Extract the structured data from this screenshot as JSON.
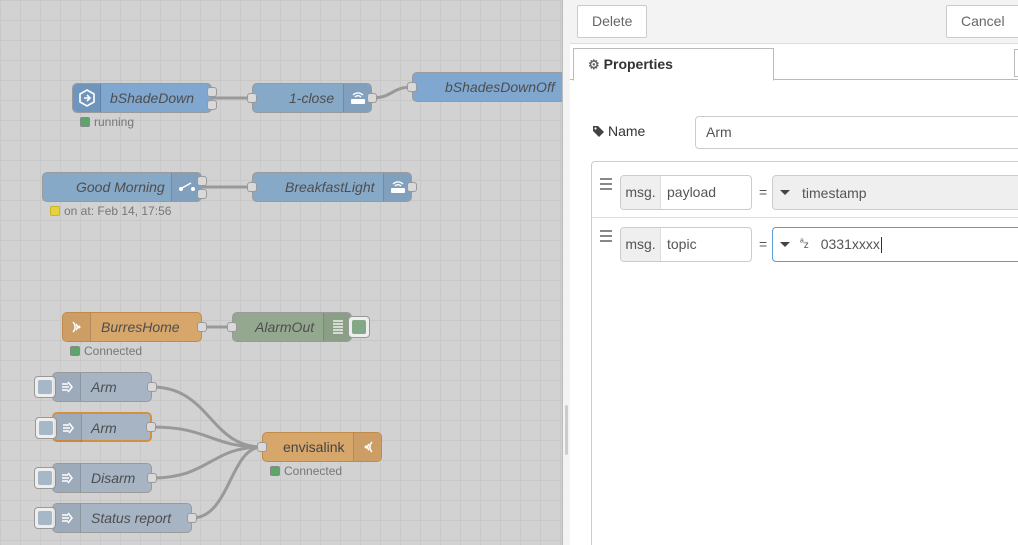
{
  "flow": {
    "nodes": {
      "bShadeDown": {
        "label": "bShadeDown",
        "status": "running"
      },
      "oneClose": {
        "label": "1-close"
      },
      "bShadesDownOff": {
        "label": "bShadesDownOff"
      },
      "goodMorning": {
        "label": "Good Morning",
        "status": "on at: Feb 14, 17:56"
      },
      "breakfastLight": {
        "label": "BreakfastLight"
      },
      "burresHome": {
        "label": "BurresHome",
        "status": "Connected"
      },
      "alarmOut": {
        "label": "AlarmOut"
      },
      "arm1": {
        "label": "Arm"
      },
      "arm2": {
        "label": "Arm"
      },
      "disarm": {
        "label": "Disarm"
      },
      "statusReport": {
        "label": "Status report"
      },
      "envisalink": {
        "label": "envisalink",
        "status": "Connected"
      }
    },
    "colors": {
      "status_green": "#5ca66a",
      "status_yellow": "#e4d33c",
      "node_blue": "#87a9c8",
      "node_orange": "#d7a66b"
    }
  },
  "editor": {
    "toolbar": {
      "delete_label": "Delete",
      "cancel_label": "Cancel"
    },
    "tabs": [
      {
        "label": "Properties",
        "icon": "gear-icon"
      }
    ],
    "name": {
      "label": "Name",
      "value": "Arm",
      "icon": "tag-icon"
    },
    "rules": [
      {
        "prefix": "msg.",
        "property": "payload",
        "operator": "=",
        "value_type": "timestamp",
        "value": "timestamp"
      },
      {
        "prefix": "msg.",
        "property": "topic",
        "operator": "=",
        "value_type": "string",
        "type_icon": "az",
        "value": "0331xxxx"
      }
    ]
  }
}
